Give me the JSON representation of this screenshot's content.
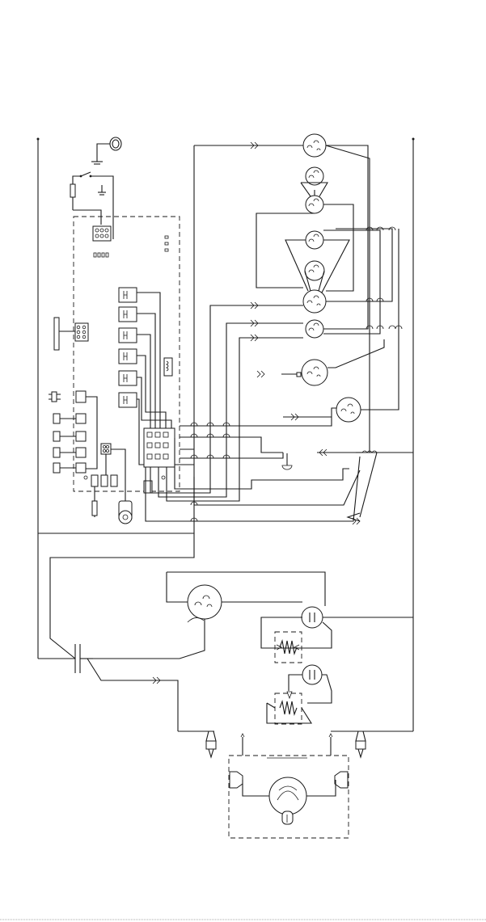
{
  "diagram": {
    "type": "wiring-schematic",
    "components": {
      "control_board": {
        "icon": "control-board-icon"
      },
      "relays": {
        "count": 6,
        "icon": "relay-icon"
      },
      "heating_elements": {
        "count": 2,
        "icon": "heating-element-icon"
      },
      "switches": {
        "icon": "switch-icon"
      },
      "motor": {
        "icon": "motor-icon"
      },
      "fan": {
        "icon": "fan-icon"
      },
      "power_cord": {
        "icon": "power-plug-icon"
      }
    }
  }
}
